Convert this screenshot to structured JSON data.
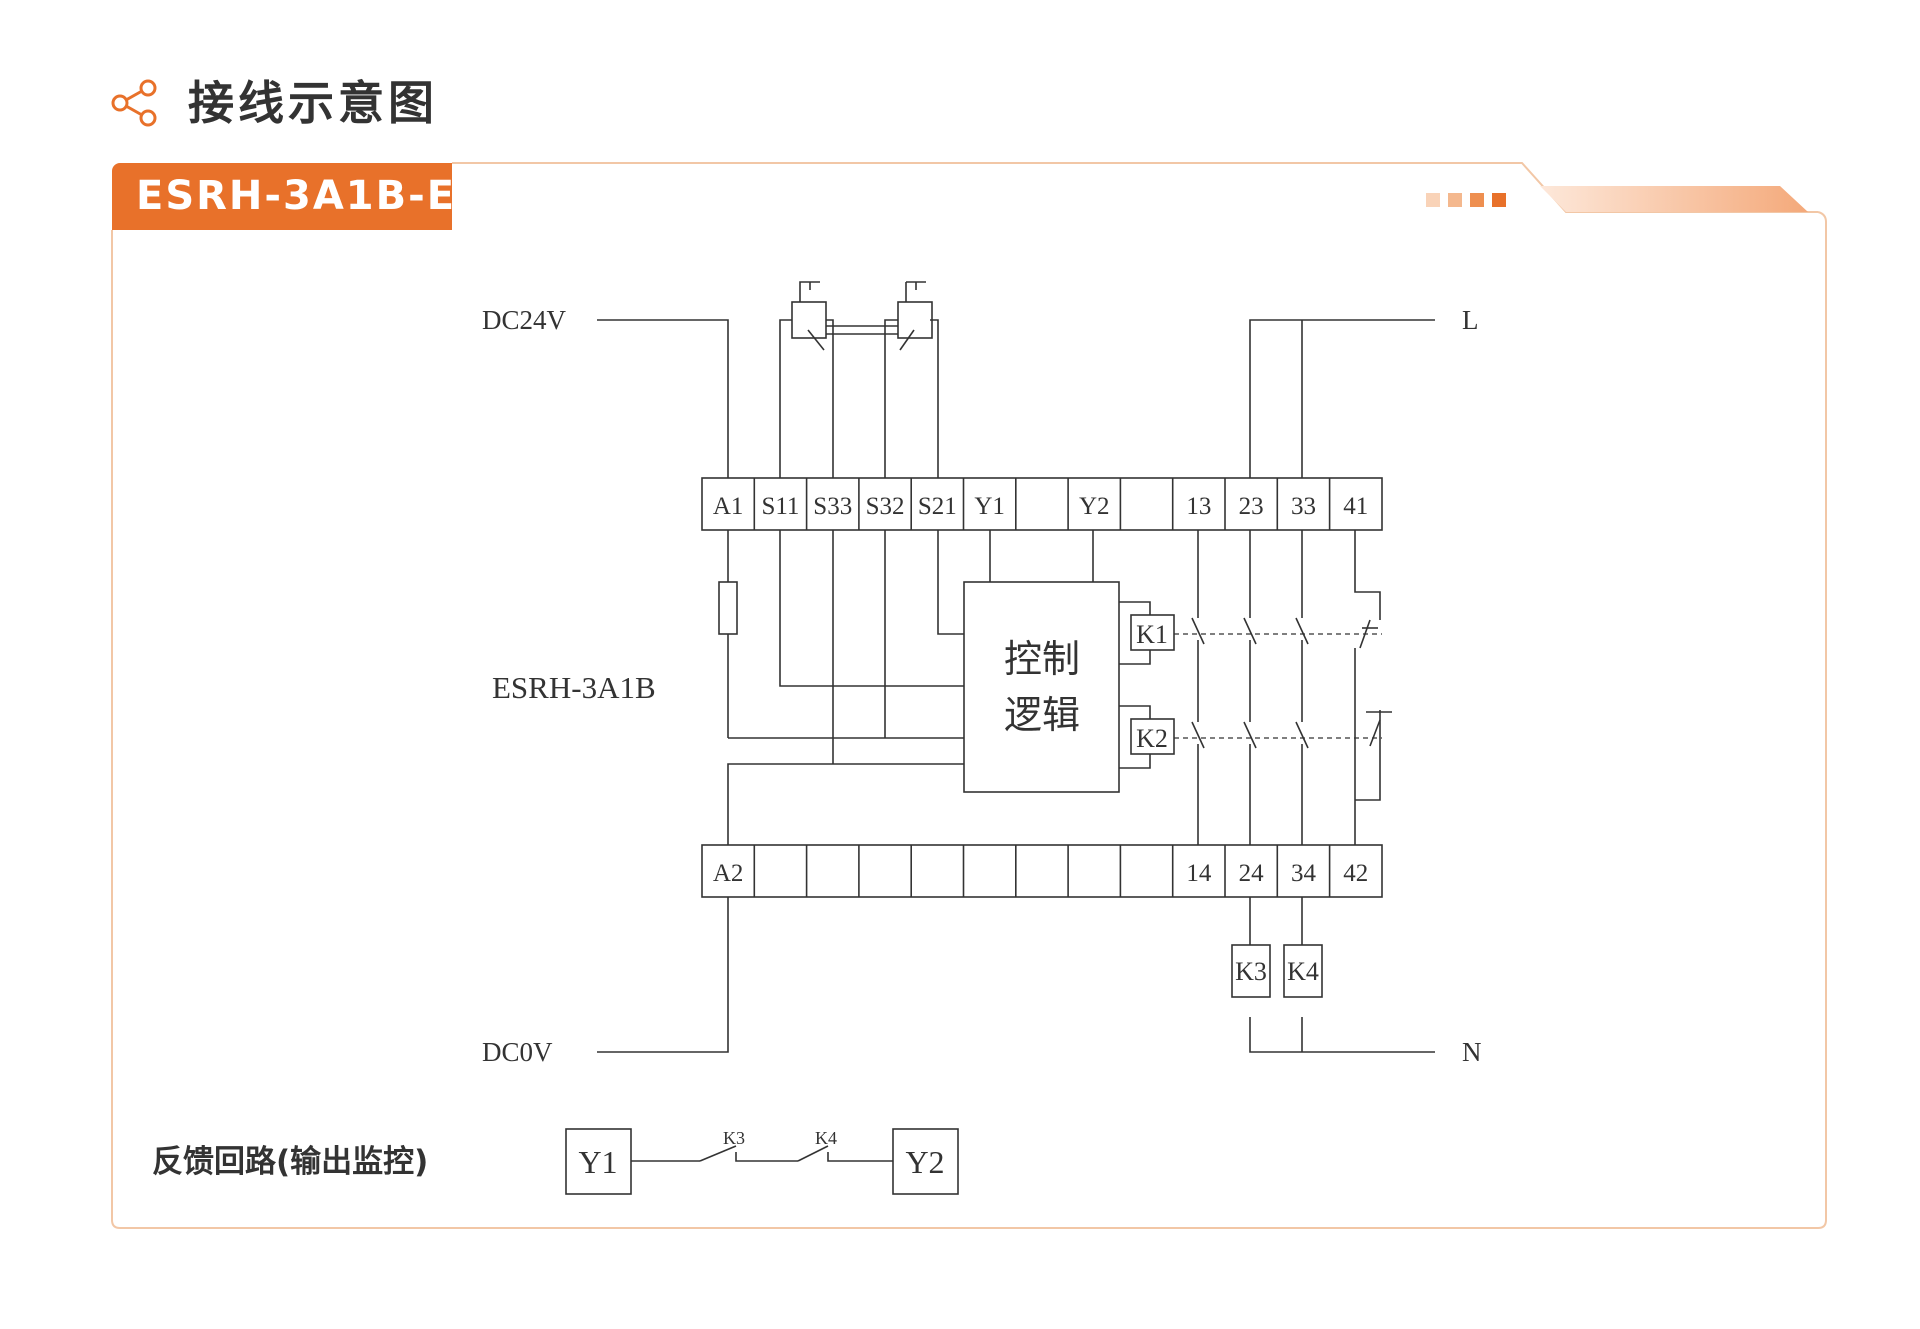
{
  "header": {
    "title": "接线示意图",
    "icon": "share-icon"
  },
  "model_tab": {
    "label": "ESRH-3A1B-E"
  },
  "colors": {
    "accent": "#e8712a",
    "frame": "#f2c7a6",
    "line": "#333333"
  },
  "diagram": {
    "device_label": "ESRH-3A1B",
    "supply_positive": "DC24V",
    "supply_negative": "DC0V",
    "line_phase": "L",
    "line_neutral": "N",
    "logic_block": [
      "控制",
      "逻辑"
    ],
    "top_terminals": [
      "A1",
      "S11",
      "S33",
      "S32",
      "S21",
      "Y1",
      "",
      "Y2",
      "",
      "13",
      "23",
      "33",
      "41"
    ],
    "bottom_terminals": [
      "A2",
      "",
      "",
      "",
      "",
      "",
      "",
      "",
      "",
      "14",
      "24",
      "34",
      "42"
    ],
    "relays": [
      "K1",
      "K2"
    ],
    "external_contactors": [
      "K3",
      "K4"
    ]
  },
  "feedback": {
    "label": "反馈回路(输出监控)",
    "start": "Y1",
    "end": "Y2",
    "contacts": [
      "K3",
      "K4"
    ]
  }
}
